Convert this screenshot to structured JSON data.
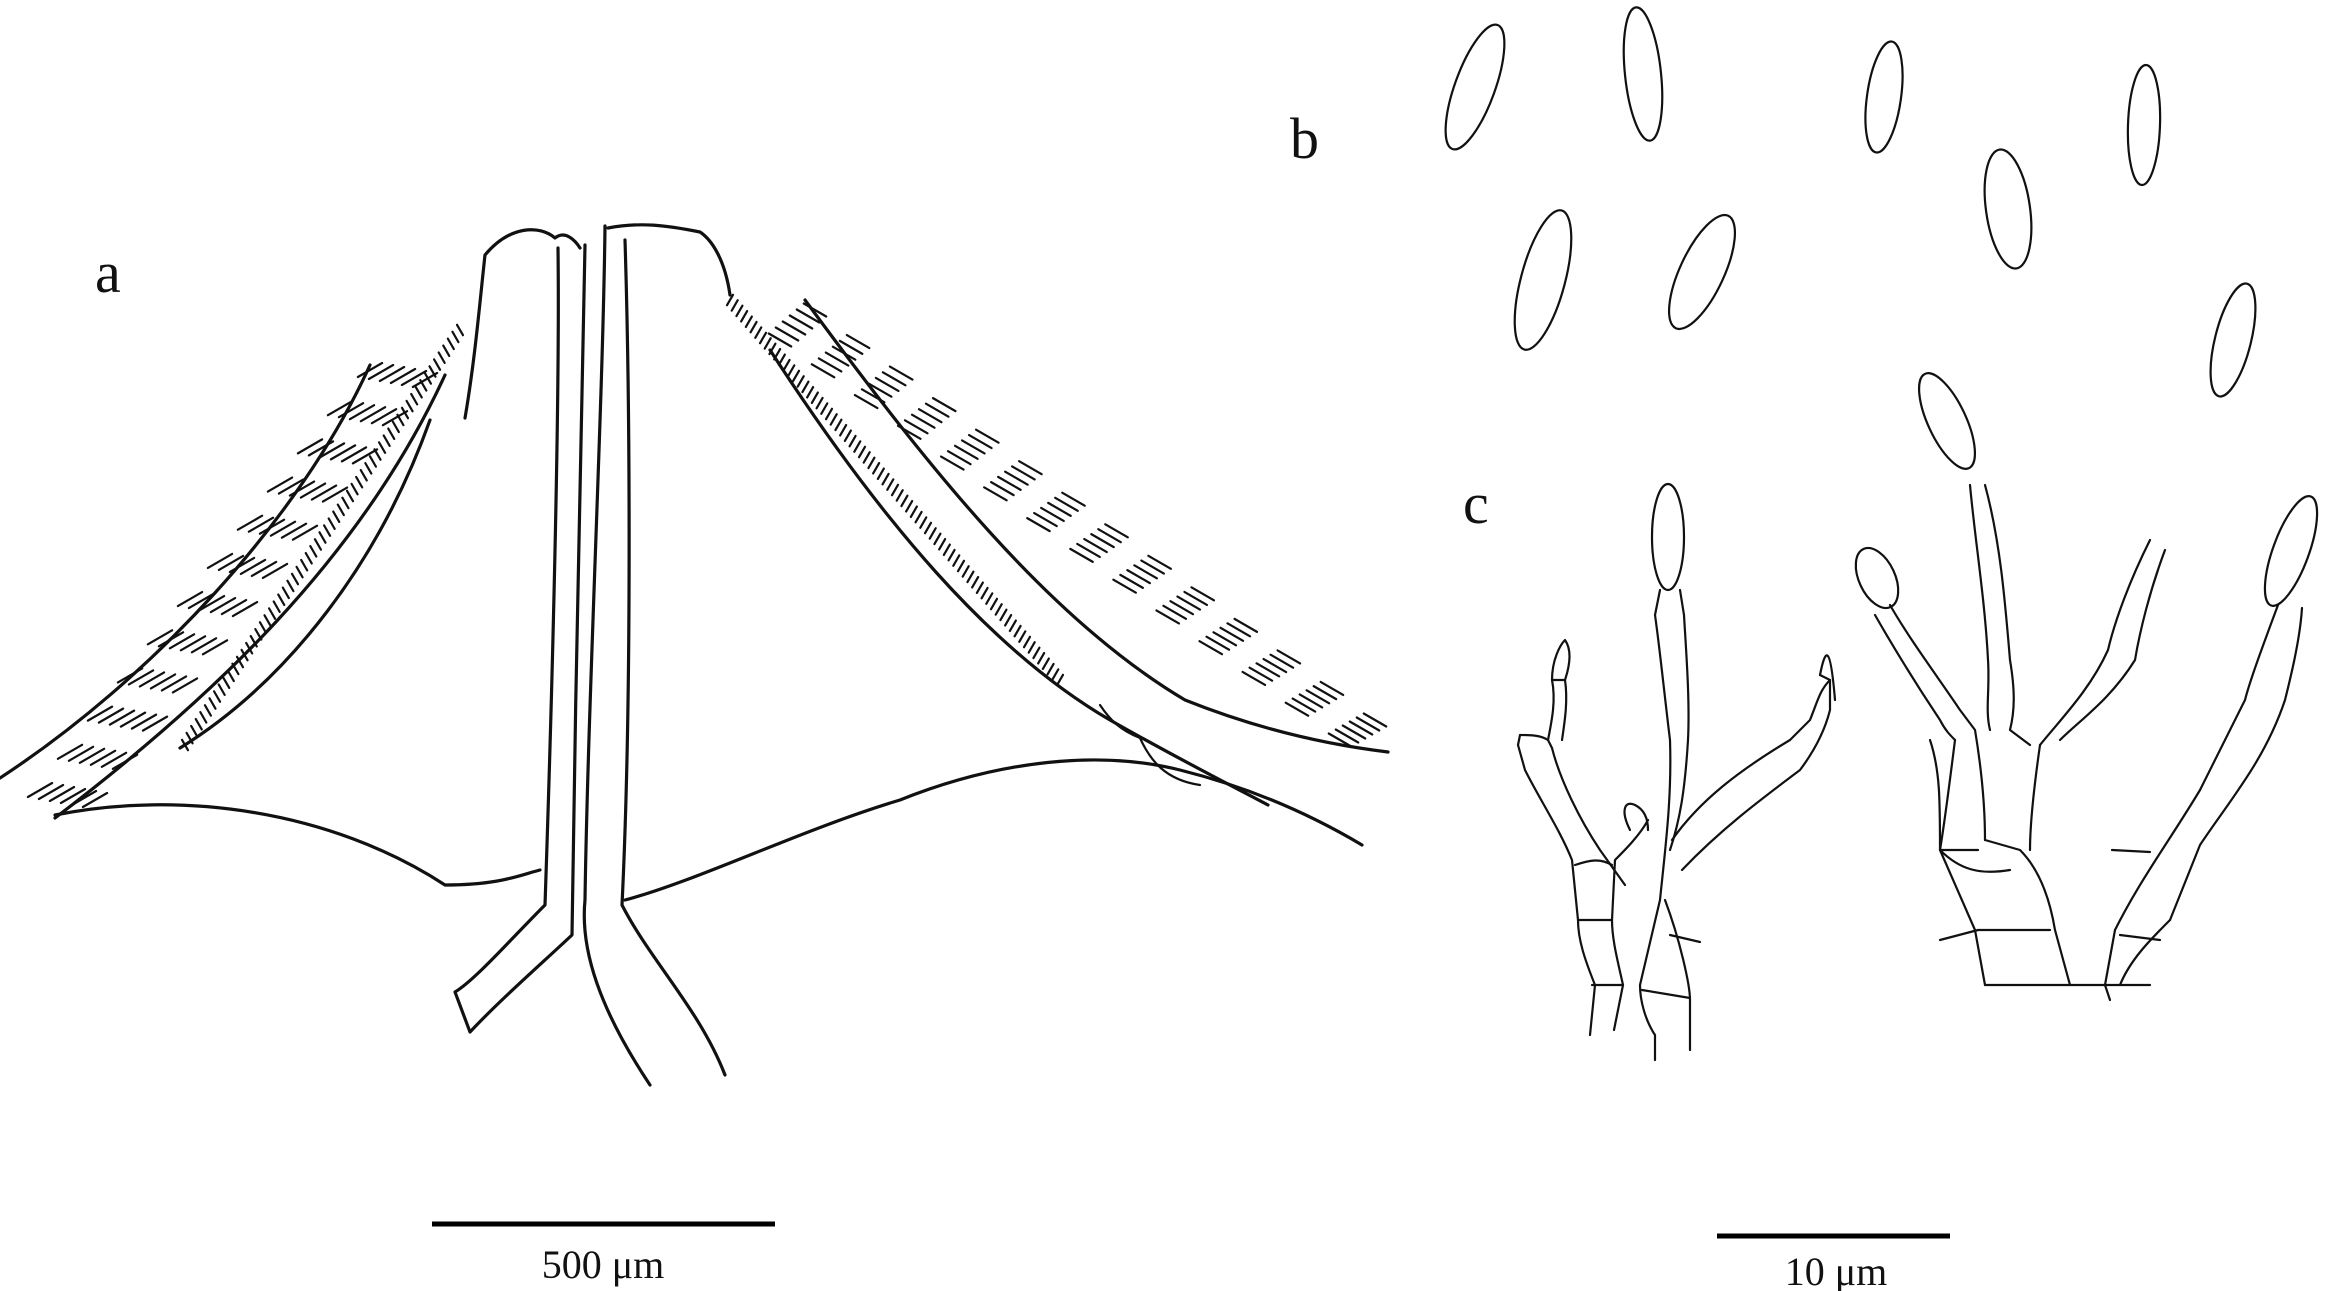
{
  "panels": {
    "a": {
      "label": "a",
      "scale_label": "500 μm"
    },
    "b": {
      "label": "b"
    },
    "c": {
      "label": "c",
      "scale_label": "10 μm"
    }
  }
}
